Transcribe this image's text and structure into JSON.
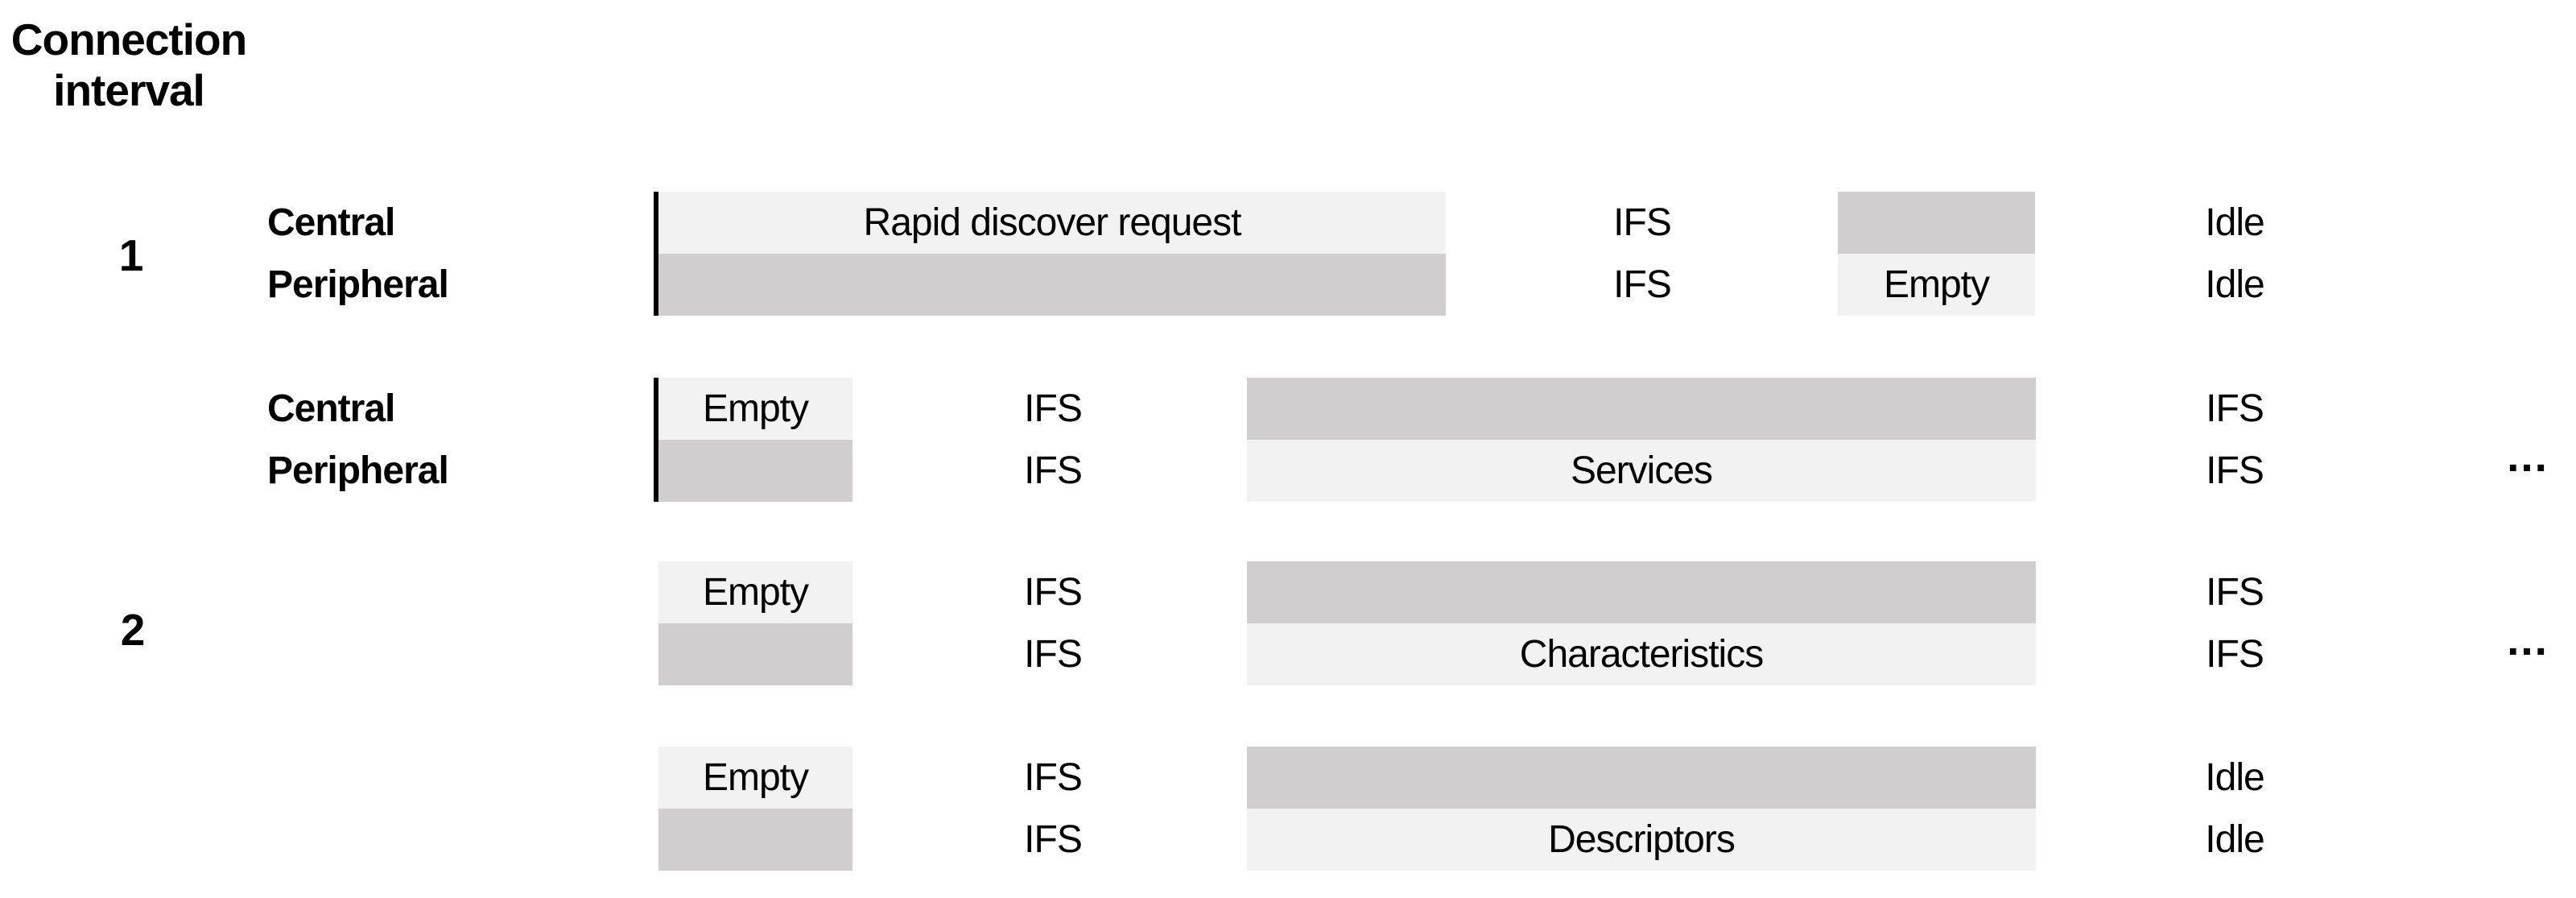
{
  "header": {
    "title_line1": "Connection",
    "title_line2": "interval"
  },
  "colors": {
    "light_box": "#f2f2f2",
    "dark_box": "#d0cece",
    "marker_line": "#000000",
    "text": "#000000"
  },
  "roles": {
    "central": "Central",
    "peripheral": "Peripheral"
  },
  "intervals": [
    {
      "label": "1"
    },
    {
      "label": "2"
    }
  ],
  "rows": [
    {
      "name": "rapid-discover-request",
      "central": {
        "box1": "Rapid discover request",
        "mid": "IFS",
        "box2": "",
        "end": "Idle"
      },
      "peripheral": {
        "box1": "",
        "mid": "IFS",
        "box2": "Empty",
        "end": "Idle"
      }
    },
    {
      "name": "services",
      "central": {
        "box1": "Empty",
        "mid": "IFS",
        "box2": "",
        "end": "IFS"
      },
      "peripheral": {
        "box1": "",
        "mid": "IFS",
        "box2": "Services",
        "end": "IFS"
      },
      "more": "..."
    },
    {
      "name": "characteristics",
      "central": {
        "box1": "Empty",
        "mid": "IFS",
        "box2": "",
        "end": "IFS"
      },
      "peripheral": {
        "box1": "",
        "mid": "IFS",
        "box2": "Characteristics",
        "end": "IFS"
      },
      "more": "..."
    },
    {
      "name": "descriptors",
      "central": {
        "box1": "Empty",
        "mid": "IFS",
        "box2": "",
        "end": "Idle"
      },
      "peripheral": {
        "box1": "",
        "mid": "IFS",
        "box2": "Descriptors",
        "end": "Idle"
      }
    }
  ]
}
